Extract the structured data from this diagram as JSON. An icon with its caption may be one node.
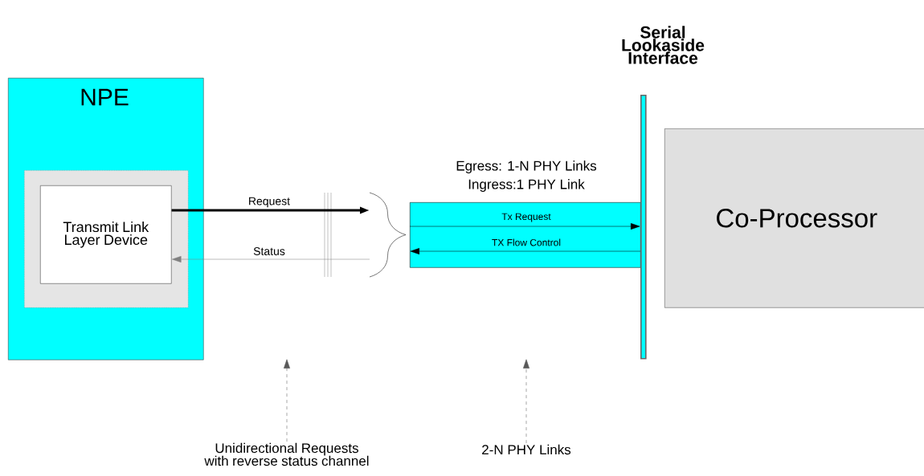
{
  "diagram": {
    "nodes": [
      {
        "text": [
          "NPE"
        ]
      },
      {
        "text": [],
        "shape": "box",
        "in": 0
      },
      {
        "text": [
          "Transmit Link Layer Device"
        ],
        "in": 1
      },
      {
        "text": [
          "Egress: 1-N PHY Links",
          "Ingress:1 PHY Link"
        ]
      },
      {
        "text": [
          "Serial Lookaside Interface"
        ]
      },
      {
        "text": [
          "Co-Processor"
        ]
      },
      {
        "text": [
          "Unidirectional Requests with reverse status channel"
        ]
      },
      {
        "text": [
          "2-N PHY Links"
        ]
      },
      {
        "text": [],
        "shape": "brace"
      }
    ],
    "edges": [
      {
        "from": 2,
        "to": 8,
        "arrow": "to",
        "label": "Request",
        "style": "thick"
      },
      {
        "from": 8,
        "to": 2,
        "arrow": "to",
        "label": "Status",
        "color": "#808080"
      },
      {
        "from": 3,
        "to": 4,
        "arrow": "to",
        "label": "Tx Request"
      },
      {
        "from": 4,
        "to": 3,
        "arrow": "to",
        "label": "TX Flow Control"
      },
      {
        "from": 6,
        "to": null,
        "arrow": "to",
        "style": "dashed"
      },
      {
        "from": 7,
        "to": null,
        "arrow": "to",
        "style": "dashed"
      }
    ]
  }
}
